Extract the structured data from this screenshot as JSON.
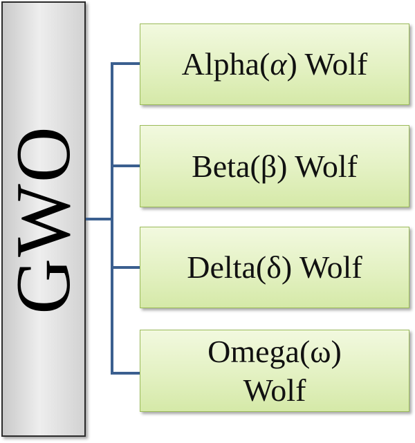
{
  "diagram": {
    "root": {
      "label": "GWO"
    },
    "children": [
      {
        "prefix": "Alpha(",
        "symbol": "α",
        "suffix": ") Wolf"
      },
      {
        "prefix": "Beta(",
        "symbol": "β",
        "suffix": ") Wolf"
      },
      {
        "prefix": "Delta(",
        "symbol": "δ",
        "suffix": ") Wolf"
      },
      {
        "prefix": "Omega(",
        "symbol": "ω",
        "suffix": ")",
        "line2": "Wolf"
      }
    ],
    "colors": {
      "root_border": "#2a2a2a",
      "root_fill": "#e0e0e0",
      "child_border": "#9bbb59",
      "child_fill": "#e3f1c2",
      "connector": "#3b5f8f"
    }
  }
}
